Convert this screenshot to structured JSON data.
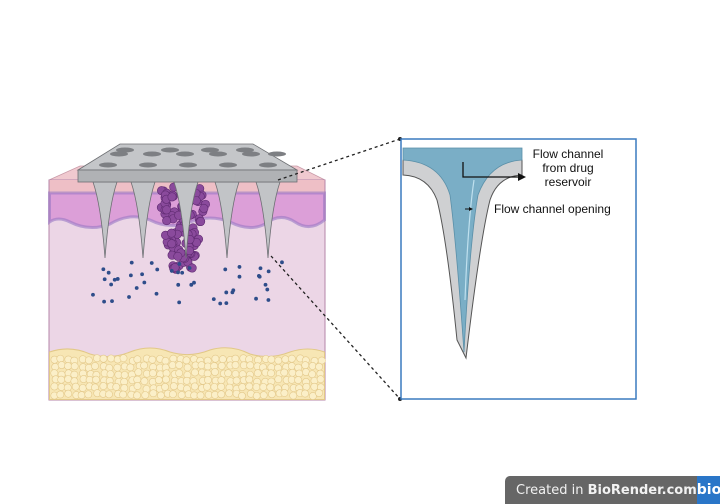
{
  "labels": {
    "flow_channel_reservoir": "Flow channel from drug reservoir",
    "flow_channel_opening": "Flow channel opening"
  },
  "badge": {
    "prefix": "Created in",
    "brand": "BioRender.com",
    "logo": "bio"
  },
  "colors": {
    "zoom_border": "#3a7abf",
    "channel": "#7aaec6",
    "needle": "#c9cacc",
    "dermis": "#ecd6e6",
    "epidermis": "#d89ad6",
    "fat": "#f7e6b4",
    "drug_particle": "#2e4d8a",
    "tumor": "#7b3c8c"
  }
}
